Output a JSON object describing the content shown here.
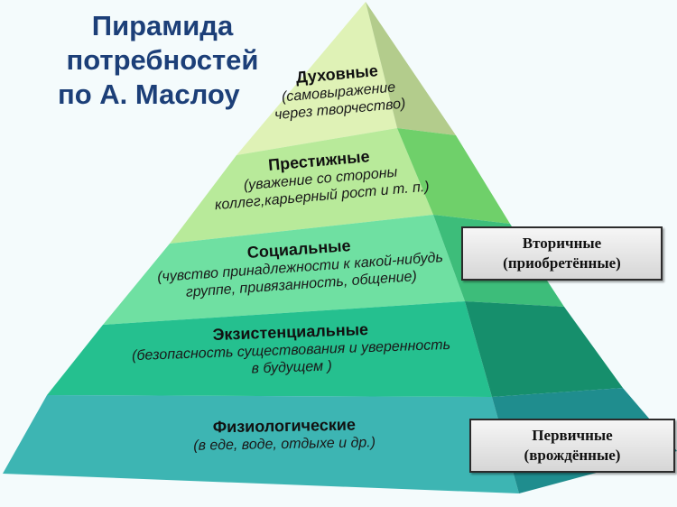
{
  "title": {
    "line1": "Пирамида",
    "line2": "потребностей",
    "line3": "по А. Маслоу",
    "color": "#1c3f78"
  },
  "pyramid": {
    "levels": [
      {
        "name": "Духовные",
        "desc_lines": [
          "(самовыражение",
          "через творчество)"
        ],
        "front_color": "#dff2b6",
        "side_color": "#b3cc8c"
      },
      {
        "name": "Престижные",
        "desc_lines": [
          "(уважение со стороны",
          "коллег,карьерный рост и т. п.)"
        ],
        "front_color": "#b8ea9a",
        "side_color": "#6fd06a"
      },
      {
        "name": "Социальные",
        "desc_lines": [
          "(чувство принадлежности к какой-нибудь",
          "группе, привязанность, общение)"
        ],
        "front_color": "#6fe0a2",
        "side_color": "#3dbd7a"
      },
      {
        "name": "Экзистенциальные",
        "desc_lines": [
          "(безопасность существования и уверенность",
          "в будущем )"
        ],
        "front_color": "#25c08f",
        "side_color": "#168f6c"
      },
      {
        "name": "Физиологические",
        "desc_lines": [
          "(в еде, воде, отдыхе и др.)"
        ],
        "front_color": "#3db5b3",
        "side_color": "#1f8d8e"
      }
    ]
  },
  "labels": {
    "secondary": {
      "line1": "Вторичные",
      "line2": "(приобретённые)"
    },
    "primary": {
      "line1": "Первичные",
      "line2": "(врождённые)"
    }
  }
}
